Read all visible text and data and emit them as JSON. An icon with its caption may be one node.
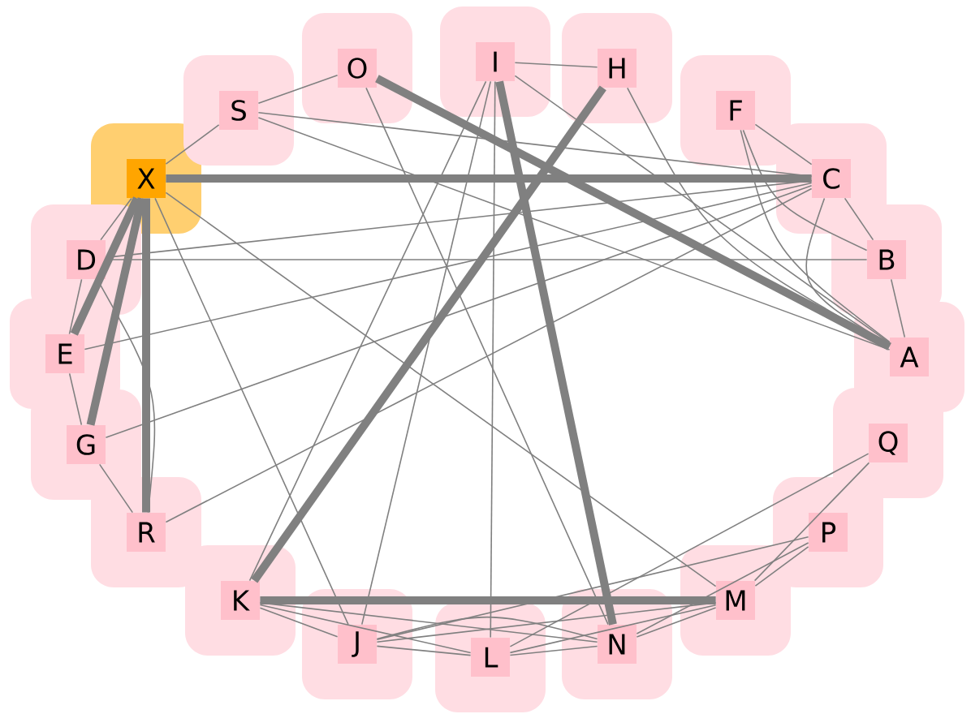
{
  "diagram": {
    "nodes": [
      {
        "text": [
          "X"
        ]
      },
      {
        "text": [
          "S"
        ]
      },
      {
        "text": [
          "O"
        ]
      },
      {
        "text": [
          "I"
        ]
      },
      {
        "text": [
          "H"
        ]
      },
      {
        "text": [
          "F"
        ]
      },
      {
        "text": [
          "C"
        ]
      },
      {
        "text": [
          "B"
        ]
      },
      {
        "text": [
          "A"
        ]
      },
      {
        "text": [
          "Q"
        ]
      },
      {
        "text": [
          "P"
        ]
      },
      {
        "text": [
          "M"
        ]
      },
      {
        "text": [
          "N"
        ]
      },
      {
        "text": [
          "L"
        ]
      },
      {
        "text": [
          "J"
        ]
      },
      {
        "text": [
          "K"
        ]
      },
      {
        "text": [
          "R"
        ]
      },
      {
        "text": [
          "G"
        ]
      },
      {
        "text": [
          "E"
        ]
      },
      {
        "text": [
          "D"
        ]
      }
    ],
    "edges": [
      {
        "from": 0,
        "to": 6,
        "arrow": "none",
        "style": "thick"
      },
      {
        "from": 0,
        "to": 16,
        "arrow": "none",
        "style": "thick"
      },
      {
        "from": 0,
        "to": 1,
        "arrow": "none"
      },
      {
        "from": 0,
        "to": 11,
        "arrow": "none"
      },
      {
        "from": 0,
        "to": 14,
        "arrow": "none"
      },
      {
        "from": 0,
        "to": 18,
        "arrow": "none",
        "style": "thick"
      },
      {
        "from": 0,
        "to": 17,
        "arrow": "none",
        "style": "thick"
      },
      {
        "from": 0,
        "to": 19,
        "arrow": "none"
      },
      {
        "from": 1,
        "to": 2,
        "arrow": "none"
      },
      {
        "from": 1,
        "to": 6,
        "arrow": "none"
      },
      {
        "from": 1,
        "to": 8,
        "arrow": "none"
      },
      {
        "from": 2,
        "to": 8,
        "arrow": "none",
        "style": "thick"
      },
      {
        "from": 2,
        "to": 12,
        "arrow": "none"
      },
      {
        "from": 3,
        "to": 4,
        "arrow": "none"
      },
      {
        "from": 3,
        "to": 12,
        "arrow": "none",
        "style": "thick"
      },
      {
        "from": 3,
        "to": 15,
        "arrow": "none"
      },
      {
        "from": 3,
        "to": 14,
        "arrow": "none"
      },
      {
        "from": 3,
        "to": 13,
        "arrow": "none"
      },
      {
        "from": 3,
        "to": 8,
        "arrow": "none"
      },
      {
        "from": 4,
        "to": 15,
        "arrow": "none",
        "style": "thick"
      },
      {
        "from": 4,
        "to": 8,
        "arrow": "none"
      },
      {
        "from": 5,
        "to": 6,
        "arrow": "none"
      },
      {
        "from": 5,
        "to": 7,
        "arrow": "none"
      },
      {
        "from": 5,
        "to": 8,
        "arrow": "none"
      },
      {
        "from": 6,
        "to": 7,
        "arrow": "none"
      },
      {
        "from": 6,
        "to": 8,
        "arrow": "none"
      },
      {
        "from": 6,
        "to": 18,
        "arrow": "none"
      },
      {
        "from": 6,
        "to": 17,
        "arrow": "none"
      },
      {
        "from": 6,
        "to": 19,
        "arrow": "none"
      },
      {
        "from": 6,
        "to": 16,
        "arrow": "none"
      },
      {
        "from": 7,
        "to": 8,
        "arrow": "none"
      },
      {
        "from": 7,
        "to": 19,
        "arrow": "none"
      },
      {
        "from": 18,
        "to": 19,
        "arrow": "none"
      },
      {
        "from": 18,
        "to": 17,
        "arrow": "none"
      },
      {
        "from": 17,
        "to": 16,
        "arrow": "none"
      },
      {
        "from": 19,
        "to": 16,
        "arrow": "none"
      },
      {
        "from": 15,
        "to": 11,
        "arrow": "none",
        "style": "thick"
      },
      {
        "from": 15,
        "to": 14,
        "arrow": "none"
      },
      {
        "from": 15,
        "to": 12,
        "arrow": "none"
      },
      {
        "from": 15,
        "to": 13,
        "arrow": "none"
      },
      {
        "from": 14,
        "to": 13,
        "arrow": "none"
      },
      {
        "from": 14,
        "to": 12,
        "arrow": "none"
      },
      {
        "from": 14,
        "to": 11,
        "arrow": "none"
      },
      {
        "from": 14,
        "to": 10,
        "arrow": "none"
      },
      {
        "from": 13,
        "to": 12,
        "arrow": "none"
      },
      {
        "from": 13,
        "to": 11,
        "arrow": "none"
      },
      {
        "from": 13,
        "to": 9,
        "arrow": "none"
      },
      {
        "from": 12,
        "to": 11,
        "arrow": "none"
      },
      {
        "from": 12,
        "to": 10,
        "arrow": "none"
      },
      {
        "from": 11,
        "to": 10,
        "arrow": "none"
      },
      {
        "from": 11,
        "to": 9,
        "arrow": "none"
      }
    ]
  }
}
